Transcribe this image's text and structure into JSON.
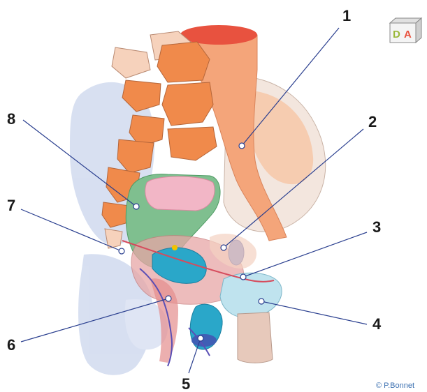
{
  "labels": [
    {
      "id": "1",
      "text": "1"
    },
    {
      "id": "2",
      "text": "2"
    },
    {
      "id": "3",
      "text": "3"
    },
    {
      "id": "4",
      "text": "4"
    },
    {
      "id": "5",
      "text": "5"
    },
    {
      "id": "6",
      "text": "6"
    },
    {
      "id": "7",
      "text": "7"
    },
    {
      "id": "8",
      "text": "8"
    }
  ],
  "logo": {
    "letter_left": "D",
    "letter_right": "A"
  },
  "credit": "© P.Bonnet",
  "colors": {
    "bone": "#f08a4b",
    "bone_light": "#f6c7a8",
    "vessel": "#f4a57a",
    "vessel_top": "#e8523f",
    "bone_ghost": "#b8c6e6",
    "rectum_green": "#7fbf8f",
    "bladder_blue": "#2aa7c9",
    "uterus_pink": "#e7a6a6",
    "leader_line": "#2a3f8f"
  }
}
